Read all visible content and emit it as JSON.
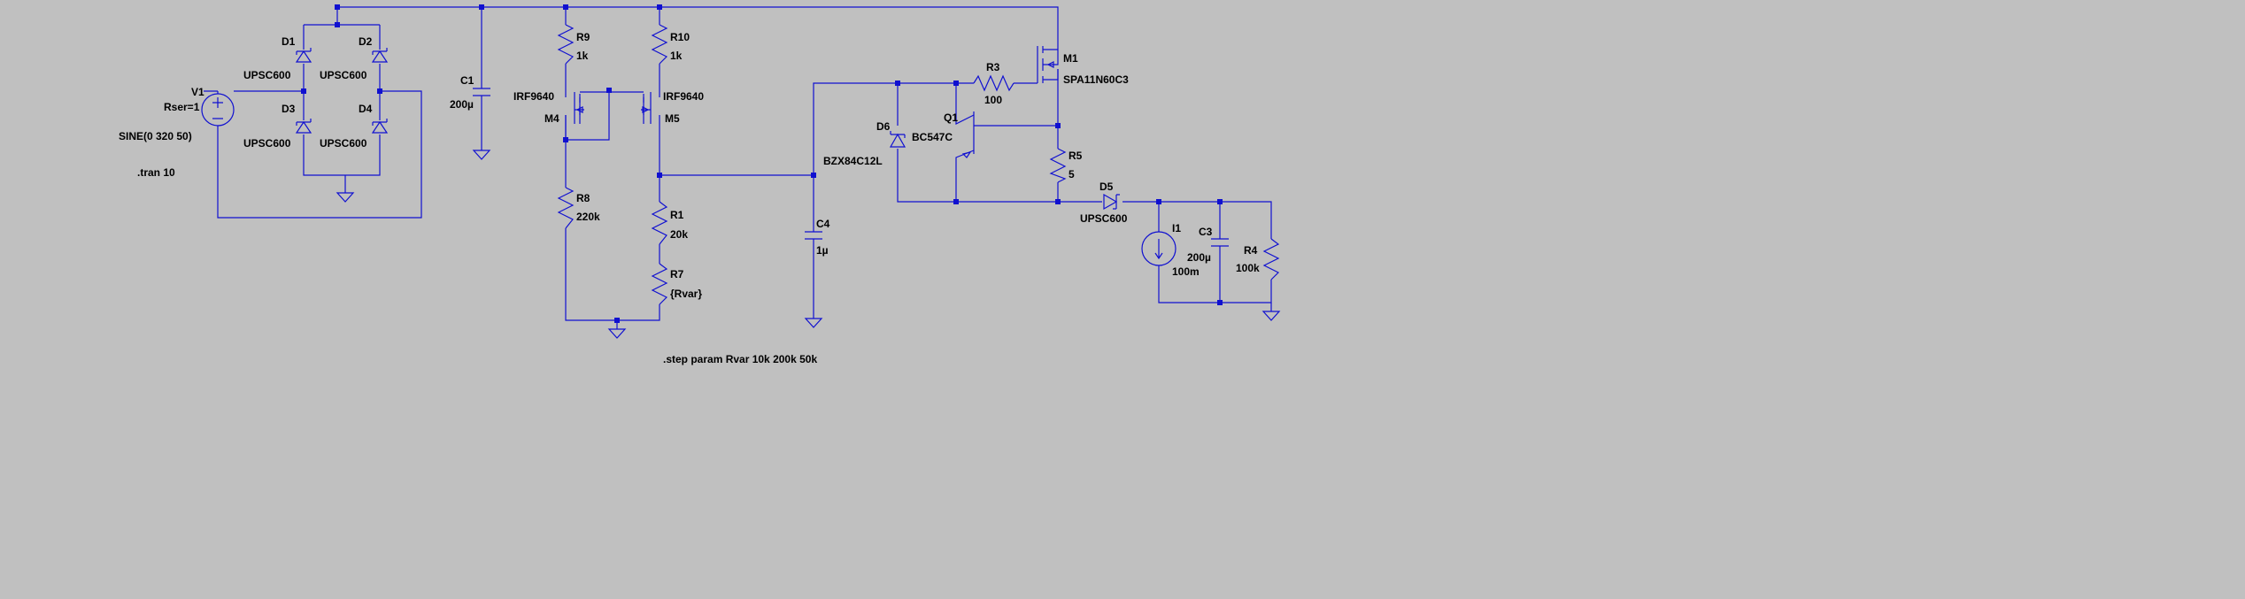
{
  "labels": {
    "V1": {
      "name": "V1",
      "rser": "Rser=1",
      "value": "SINE(0 320 50)"
    },
    "D1": {
      "name": "D1",
      "model": "UPSC600"
    },
    "D2": {
      "name": "D2",
      "model": "UPSC600"
    },
    "D3": {
      "name": "D3",
      "model": "UPSC600"
    },
    "D4": {
      "name": "D4",
      "model": "UPSC600"
    },
    "C1": {
      "name": "C1",
      "value": "200µ"
    },
    "R9": {
      "name": "R9",
      "value": "1k"
    },
    "R10": {
      "name": "R10",
      "value": "1k"
    },
    "M4": {
      "name": "M4",
      "model": "IRF9640"
    },
    "M5": {
      "name": "M5",
      "model": "IRF9640"
    },
    "R8": {
      "name": "R8",
      "value": "220k"
    },
    "R1": {
      "name": "R1",
      "value": "20k"
    },
    "R7": {
      "name": "R7",
      "value": "{Rvar}"
    },
    "C4": {
      "name": "C4",
      "value": "1µ"
    },
    "D6": {
      "name": "D6",
      "model": "BZX84C12L"
    },
    "Q1": {
      "name": "Q1",
      "model": "BC547C"
    },
    "R3": {
      "name": "R3",
      "value": "100"
    },
    "M1": {
      "name": "M1",
      "model": "SPA11N60C3"
    },
    "R5": {
      "name": "R5",
      "value": "5"
    },
    "D5": {
      "name": "D5",
      "model": "UPSC600"
    },
    "I1": {
      "name": "I1",
      "value": "100m"
    },
    "C3": {
      "name": "C3",
      "value": "200µ"
    },
    "R4": {
      "name": "R4",
      "value": "100k"
    }
  },
  "directives": {
    "tran": ".tran 10",
    "step": ".step param Rvar 10k 200k 50k"
  },
  "colors": {
    "background": "#c0c0c0",
    "wire": "#1010d0",
    "text": "#000000"
  }
}
